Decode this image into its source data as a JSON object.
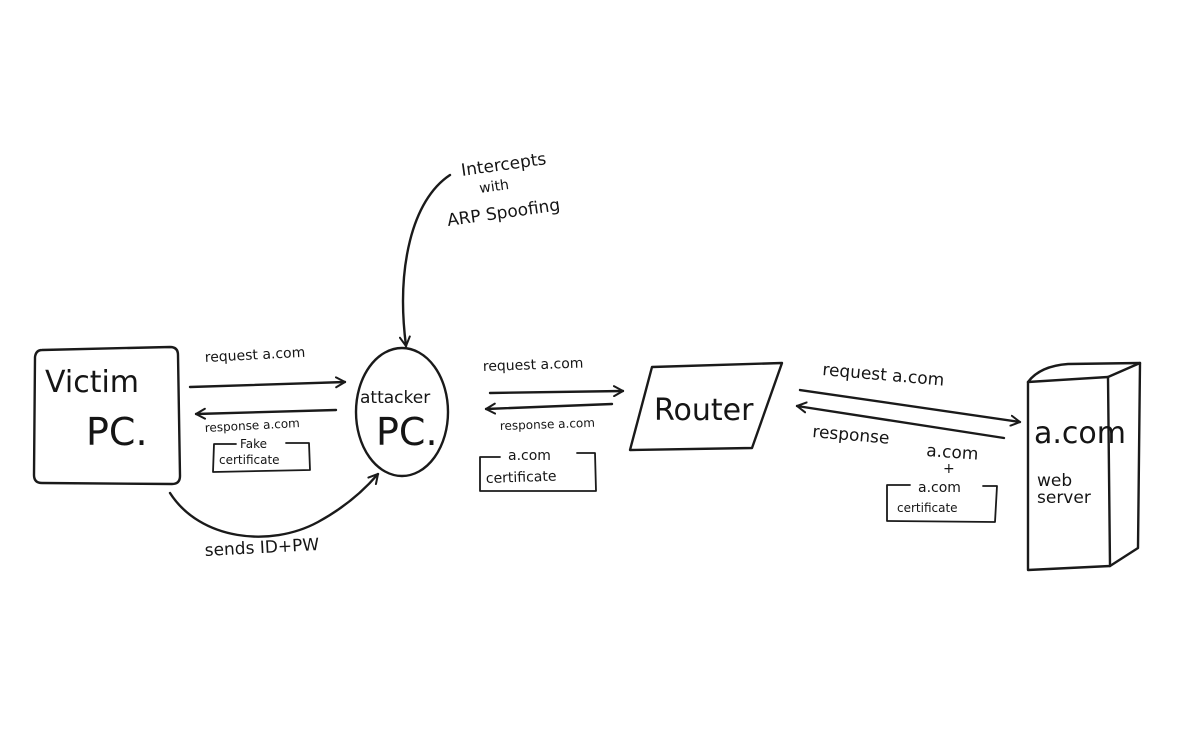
{
  "annotation": {
    "intercept_line1": "Intercepts",
    "intercept_line2": "with",
    "intercept_line3": "ARP Spoofing"
  },
  "nodes": {
    "victim_line1": "Victim",
    "victim_line2": "PC.",
    "attacker_line1": "attacker",
    "attacker_line2": "PC.",
    "router": "Router",
    "server_name": "a.com",
    "server_sub1": "web",
    "server_sub2": "server"
  },
  "edges": {
    "v2a_request": "request  a.com",
    "a2v_response": "response  a.com",
    "fake_cert_line1": "Fake",
    "fake_cert_line2": "certificate",
    "credentials": "sends  ID+PW",
    "a2r_request": "request  a.com",
    "r2a_response": "response  a.com",
    "acom_cert_line1": "a.com",
    "acom_cert_line2": "certificate",
    "r2s_request": "request  a.com",
    "s2r_response": "response",
    "s2r_response_host": "a.com",
    "s2r_plus": "+",
    "server_cert_line1": "a.com",
    "server_cert_line2": "certificate"
  }
}
